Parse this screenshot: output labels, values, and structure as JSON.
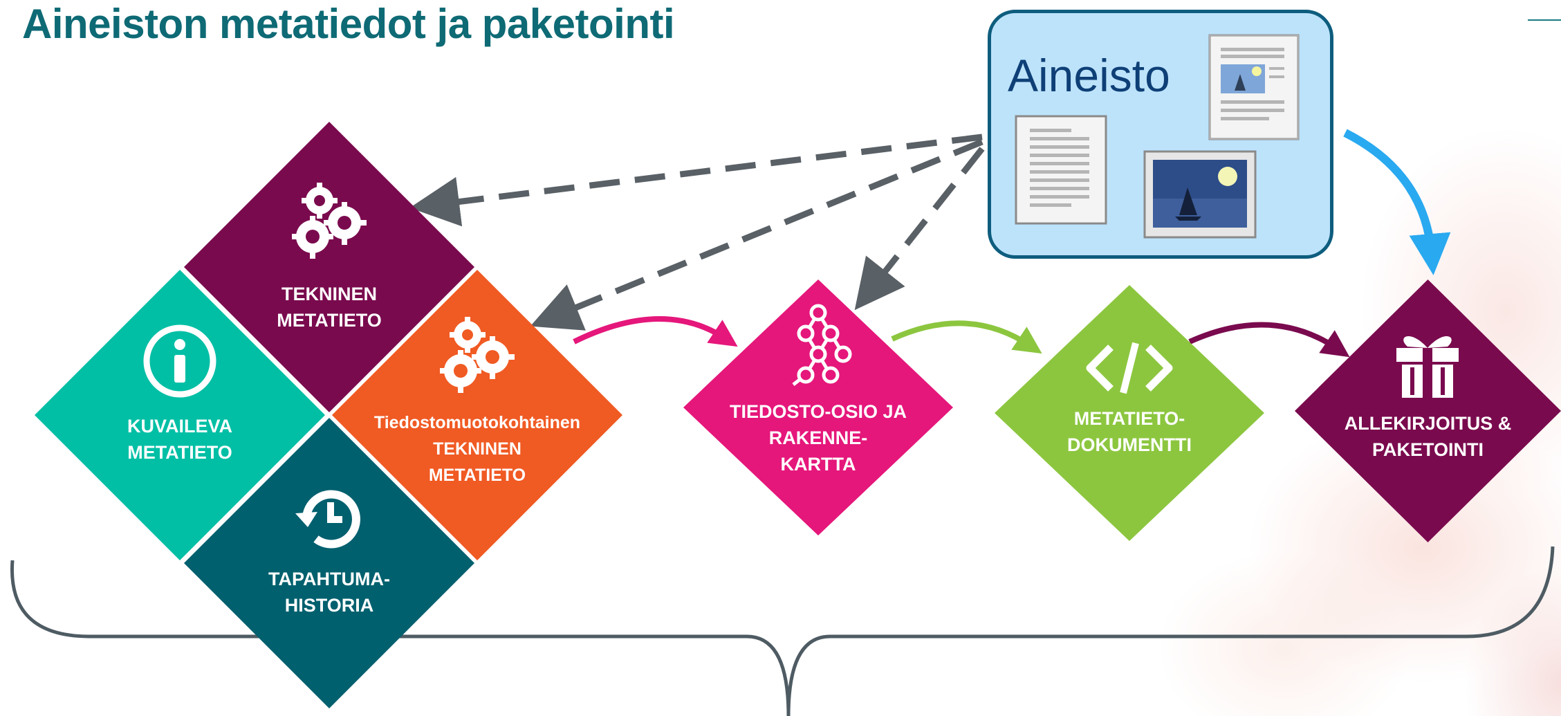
{
  "title": "Aineiston metatiedot ja paketointi",
  "source": {
    "label": "Aineisto",
    "icons": [
      "text-document-icon",
      "image-document-icon",
      "picture-icon"
    ]
  },
  "cluster": {
    "technical": {
      "lines": [
        "TEKNINEN",
        "METATIETO"
      ],
      "icon": "gears-icon",
      "color": "#7a0a4e"
    },
    "descriptive": {
      "lines": [
        "KUVAILEVA",
        "METATIETO"
      ],
      "icon": "info-icon",
      "color": "#00bfa5"
    },
    "format_specific": {
      "lines": [
        "Tiedostomuotokohtainen",
        "TEKNINEN",
        "METATIETO"
      ],
      "icon": "gears-icon",
      "color": "#f05a23"
    },
    "history": {
      "lines": [
        "TAPAHTUMA-",
        "HISTORIA"
      ],
      "icon": "history-icon",
      "color": "#00606e"
    }
  },
  "steps": [
    {
      "lines": [
        "TIEDOSTO-OSIO JA",
        "RAKENNE-",
        "KARTTA"
      ],
      "icon": "structure-tree-icon",
      "color": "#e5177b"
    },
    {
      "lines": [
        "METATIETO-",
        "DOKUMENTTI"
      ],
      "icon": "code-icon",
      "color": "#8cc63f"
    },
    {
      "lines": [
        "ALLEKIRJOITUS &",
        "PAKETOINTI"
      ],
      "icon": "gift-icon",
      "color": "#7a0a4e"
    }
  ],
  "colors": {
    "dashed_arrow": "#596066",
    "arrow_pink": "#e5177b",
    "arrow_green": "#8cc63f",
    "arrow_purple": "#7a0a4e",
    "arrow_blue": "#29a9f0",
    "brace": "#4e5b63"
  }
}
